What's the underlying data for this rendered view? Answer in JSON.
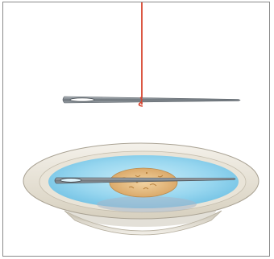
{
  "figure": {
    "items": [
      {
        "name": "thread",
        "icon": "red-thread-line"
      },
      {
        "name": "hanging-needle",
        "icon": "sewing-needle"
      },
      {
        "name": "water-dish",
        "icon": "shallow-dish-with-water"
      },
      {
        "name": "floating-needle",
        "icon": "sewing-needle"
      },
      {
        "name": "cork-float",
        "icon": "cork-disc"
      }
    ],
    "colors": {
      "thread": "#d9442e",
      "needle": "#7b8288",
      "water": "#8fd3ee",
      "dish_rim": "#e6e0d2",
      "cork": "#e8c08a",
      "frame": "#8a8a8a"
    }
  }
}
